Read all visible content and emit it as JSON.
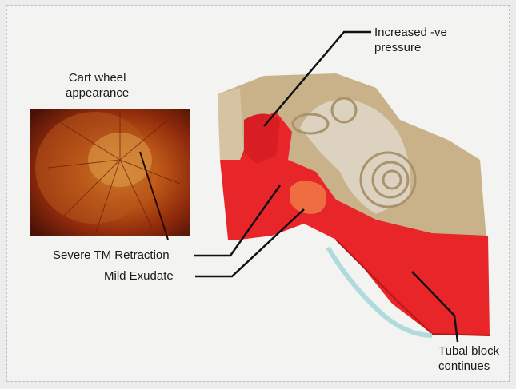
{
  "labels": {
    "cart_wheel_line1": "Cart wheel",
    "cart_wheel_line2": "appearance",
    "increased_line1": "Increased -ve",
    "increased_line2": "pressure",
    "severe_tm": "Severe TM Retraction",
    "mild_exudate": "Mild Exudate",
    "tubal_line1": "Tubal block",
    "tubal_line2": "continues"
  },
  "colors": {
    "background": "#f3f3f1",
    "bone": "#c9b28a",
    "middle_ear_red": "#e8262a",
    "exudate": "#f07a45",
    "inner_ear": "#ddd2c0"
  }
}
